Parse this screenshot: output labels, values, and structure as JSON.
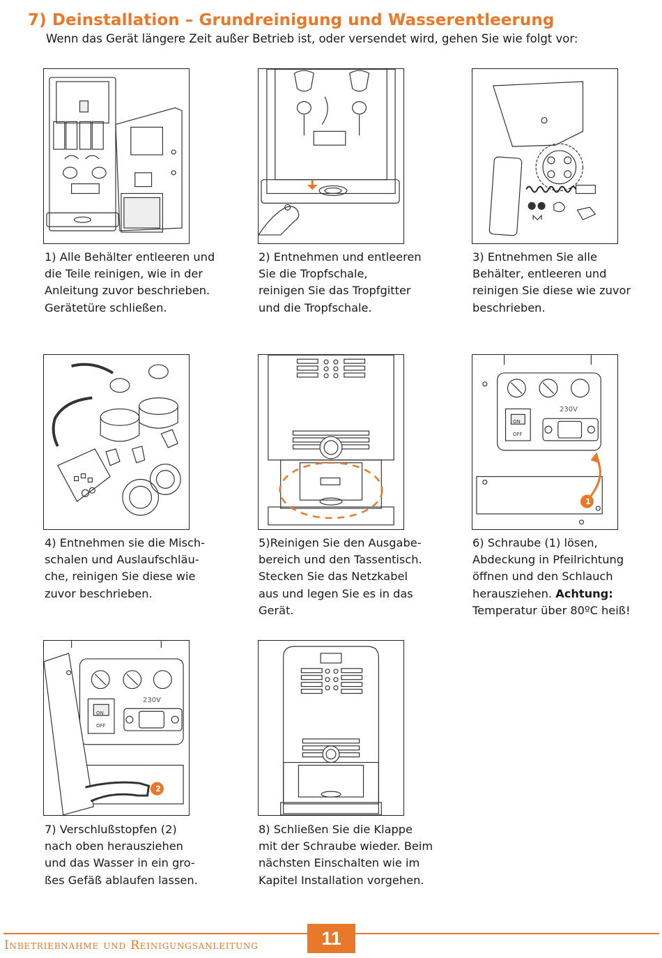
{
  "title": "7) Deinstallation – Grundreinigung und Wasserentleerung",
  "intro": "Wenn das Gerät längere Zeit außer Betrieb ist, oder versendet wird, gehen Sie wie folgt vor:",
  "steps": [
    {
      "lines": [
        "1) Alle Behälter entleeren und",
        "die Teile reinigen, wie in der",
        "Anleitung zuvor beschrieben.",
        "Gerätetüre schließen."
      ]
    },
    {
      "lines": [
        "2) Entnehmen und entleeren",
        "Sie die Tropfschale,",
        "reinigen Sie das Tropfgitter",
        "und die Tropfschale."
      ]
    },
    {
      "lines": [
        "3) Entnehmen Sie alle",
        "Behälter, entleeren und",
        "reinigen Sie diese wie zuvor",
        "beschrieben."
      ]
    },
    {
      "lines": [
        "4) Entnehmen sie die Misch-",
        "schalen und Auslaufschläu-",
        "che, reinigen Sie diese wie",
        "zuvor beschrieben."
      ]
    },
    {
      "lines": [
        "5)Reinigen Sie den Ausgabe-",
        "bereich und den Tassentisch.",
        "Stecken Sie das Netzkabel",
        "aus und legen Sie es in das",
        "Gerät."
      ]
    },
    {
      "lines": [
        "6) Schraube (1) lösen,",
        "Abdeckung in Pfeilrichtung",
        "öffnen und den Schlauch",
        "herausziehen."
      ],
      "warning_label": "Achtung:",
      "warning_text": "Temperatur über 80ºC heiß!"
    },
    {
      "lines": [
        "7) Verschlußstopfen (2)",
        "nach oben herausziehen",
        "und das Wasser in ein gro-",
        "ßes Gefäß ablaufen lassen."
      ]
    },
    {
      "lines": [
        "8) Schließen Sie die Klappe",
        "mit der Schraube wieder. Beim",
        "nächsten Einschalten wie im",
        "Kapitel Installation vorgehen."
      ]
    }
  ],
  "panel_labels": {
    "voltage": "230V",
    "switch_on": "ON",
    "switch_off": "OFF",
    "marker_1": "1",
    "marker_2": "2"
  },
  "footer": {
    "text": "Inbetriebnahme und Reinigungsanleitung",
    "page_number": "11"
  },
  "colors": {
    "accent": "#e8792a",
    "text": "#1a1a1a"
  }
}
